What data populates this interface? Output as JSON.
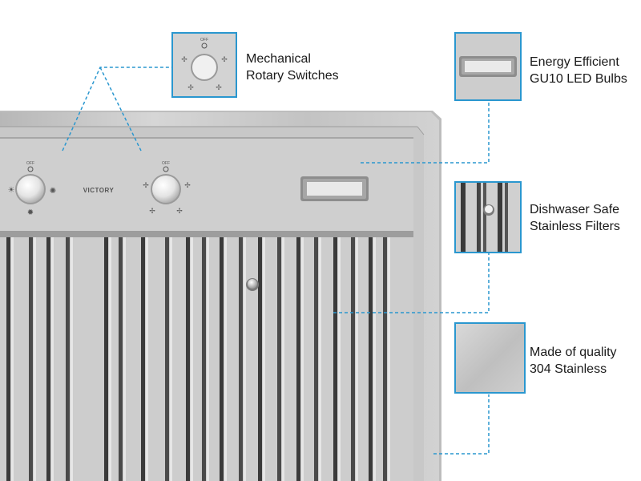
{
  "brand": "VICTORY",
  "accent_color": "#2a97cf",
  "knob_labels": {
    "off": "OFF"
  },
  "features": [
    {
      "line1": "Mechanical",
      "line2": "Rotary Switches",
      "icon": "rotary-knob-icon"
    },
    {
      "line1": "Energy Efficient",
      "line2": "GU10 LED Bulbs",
      "icon": "led-bulb-icon"
    },
    {
      "line1": "Dishwaser Safe",
      "line2": "Stainless Filters",
      "icon": "baffle-filter-icon"
    },
    {
      "line1": "Made of quality",
      "line2": "304 Stainless",
      "icon": "stainless-swatch-icon"
    }
  ]
}
